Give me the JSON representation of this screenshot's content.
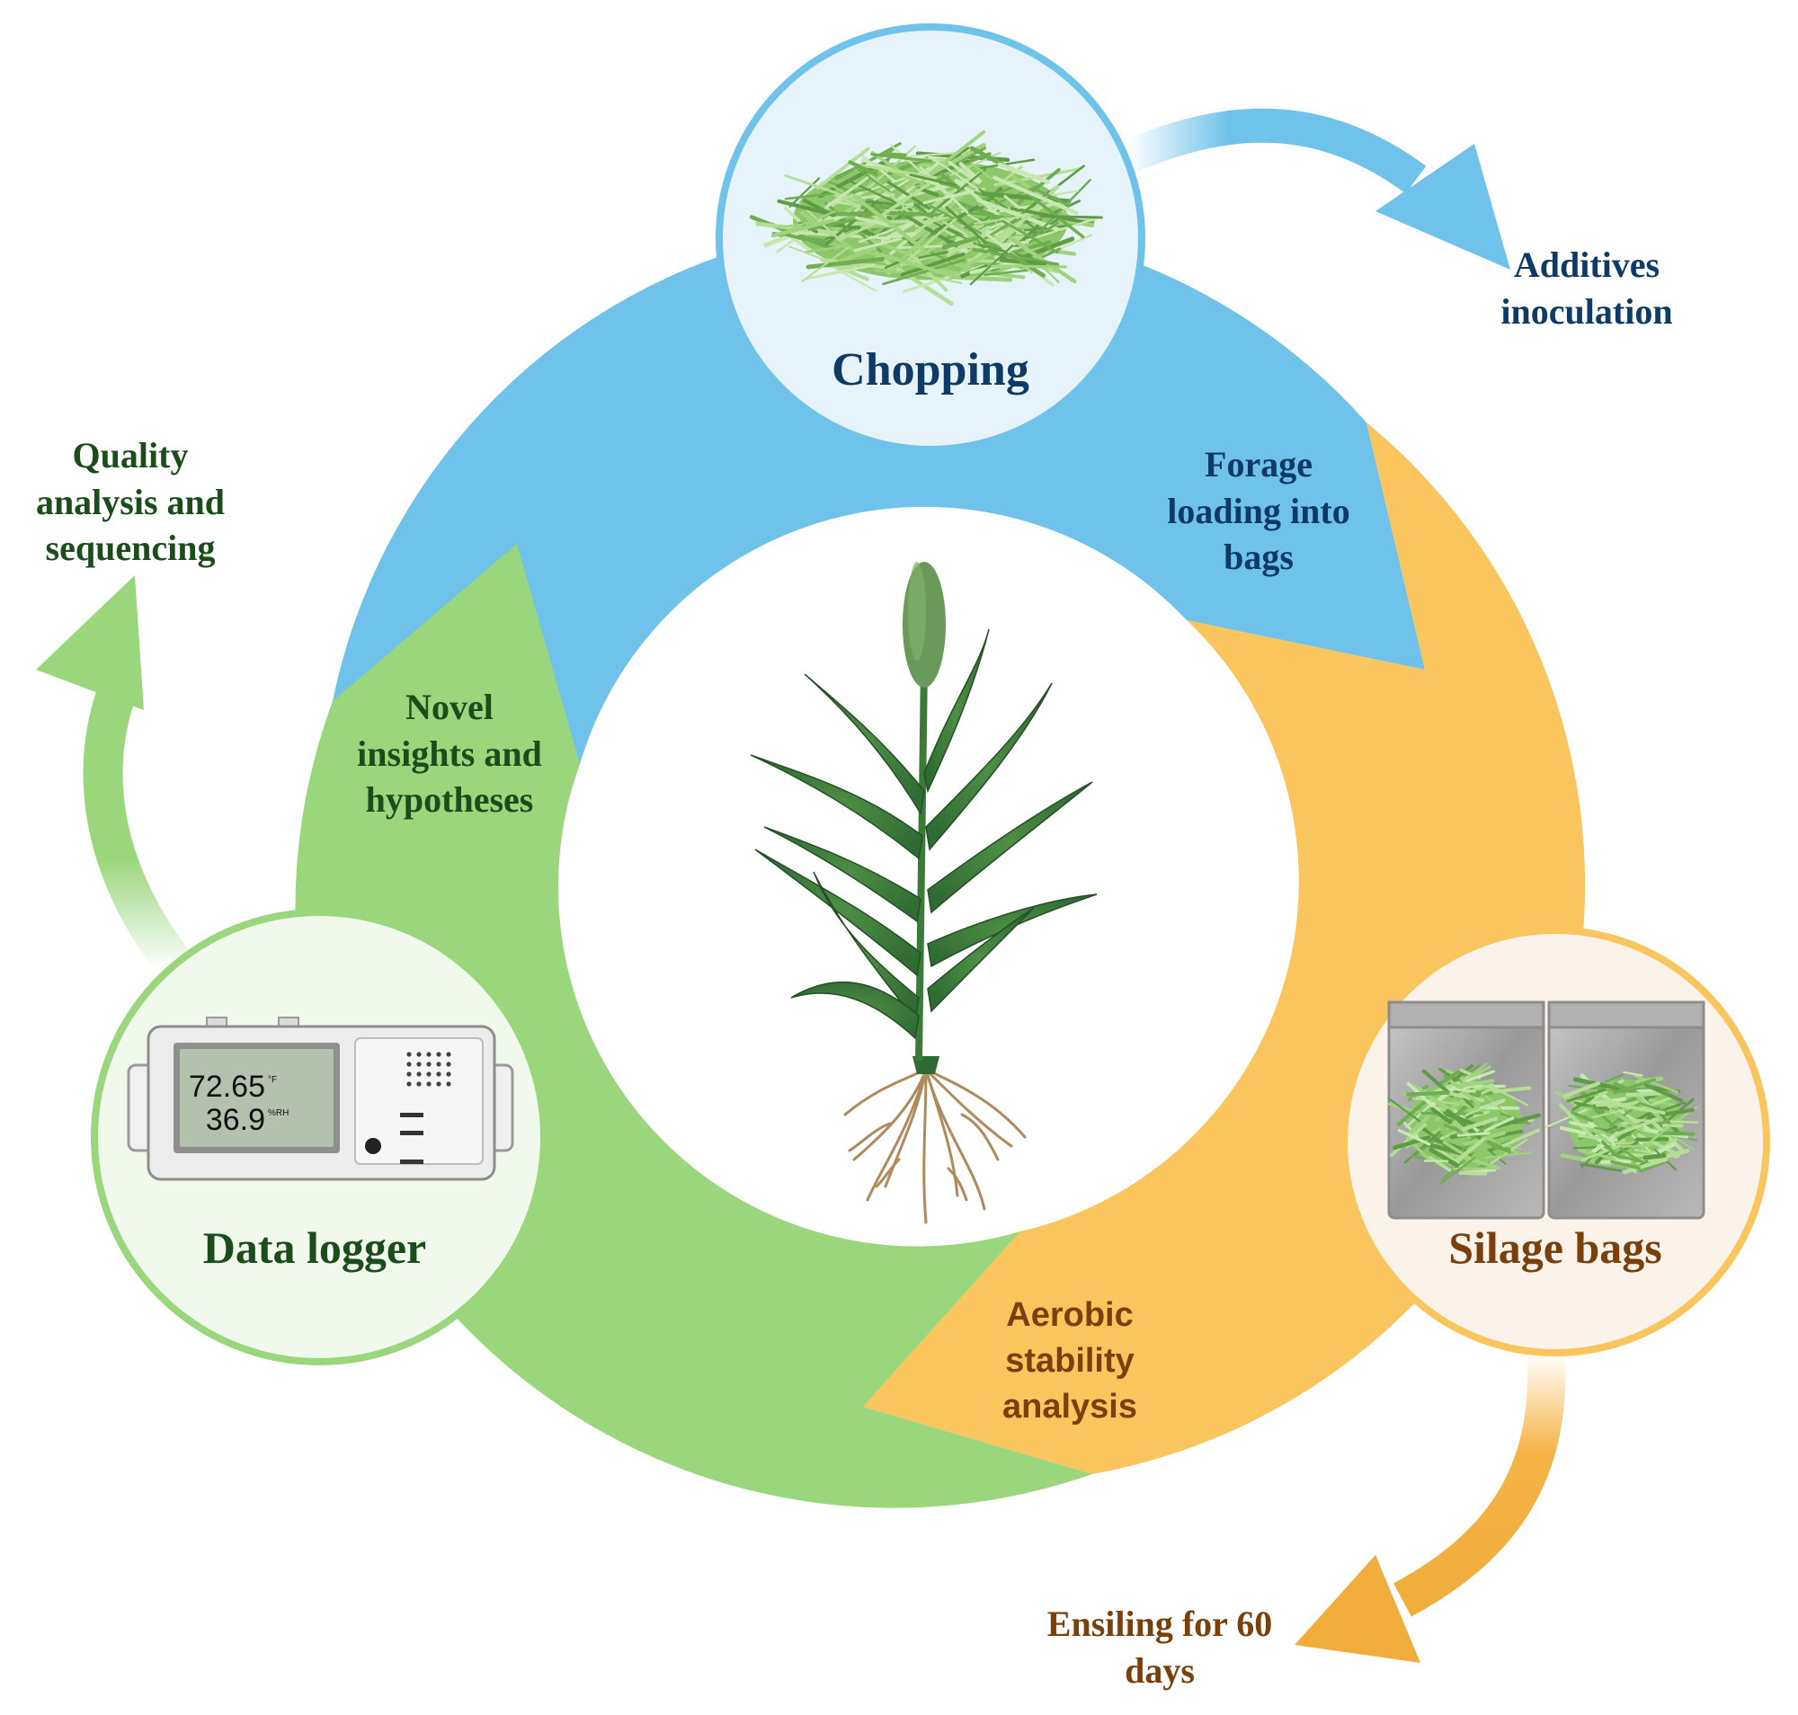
{
  "colors": {
    "blue": "#6fc2ea",
    "blue_dark": "#0d3a66",
    "orange": "#fbc55e",
    "orange_dark": "#7a3f0a",
    "green": "#9ad67c",
    "green_dark": "#1b4d1b",
    "white": "#ffffff"
  },
  "stages": {
    "chopping": {
      "label": "Chopping",
      "icon": "chopped-forage-icon"
    },
    "silage_bags": {
      "label": "Silage bags",
      "icon": "silage-bag-icon"
    },
    "data_logger": {
      "label": "Data logger",
      "icon": "data-logger-icon",
      "display_temp": "72.65",
      "display_temp_unit": "°F",
      "display_rh": "36.9",
      "display_rh_unit": "%RH"
    }
  },
  "ring_labels": {
    "forage_loading": [
      "Forage",
      "loading into",
      "bags"
    ],
    "aerobic_stability": [
      "Aerobic",
      "stability",
      "analysis"
    ],
    "novel_insights": [
      "Novel",
      "insights and",
      "hypotheses"
    ]
  },
  "outer_labels": {
    "additives": [
      "Additives",
      "inoculation"
    ],
    "ensiling": [
      "Ensiling for 60",
      "days"
    ],
    "quality": [
      "Quality",
      "analysis and",
      "sequencing"
    ]
  },
  "center": {
    "icon": "sorghum-plant-icon"
  }
}
